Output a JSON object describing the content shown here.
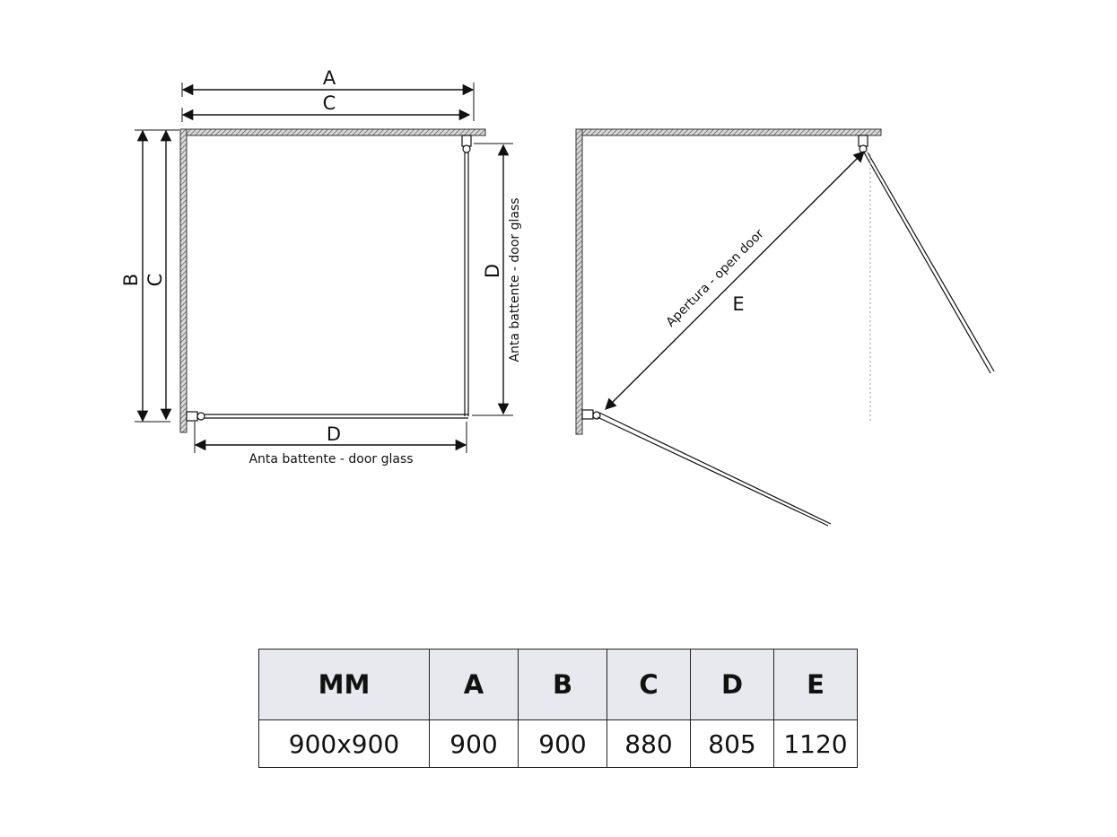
{
  "plan_closed": {
    "dim_top_outer": "A",
    "dim_top_inner": "C",
    "dim_left_outer": "B",
    "dim_left_inner": "C",
    "dim_right": "D",
    "dim_right_note": "Anta battente - door glass",
    "dim_bottom": "D",
    "dim_bottom_note": "Anta battente - door glass"
  },
  "plan_open": {
    "dim_diagonal": "E",
    "dim_diagonal_note": "Apertura - open door"
  },
  "table": {
    "headers": [
      "MM",
      "A",
      "B",
      "C",
      "D",
      "E"
    ],
    "rows": [
      [
        "900x900",
        "900",
        "900",
        "880",
        "805",
        "1120"
      ]
    ]
  },
  "colors": {
    "line": "#111111",
    "header_fill": "#e8e9ee",
    "wall_hatch": "#555555"
  }
}
